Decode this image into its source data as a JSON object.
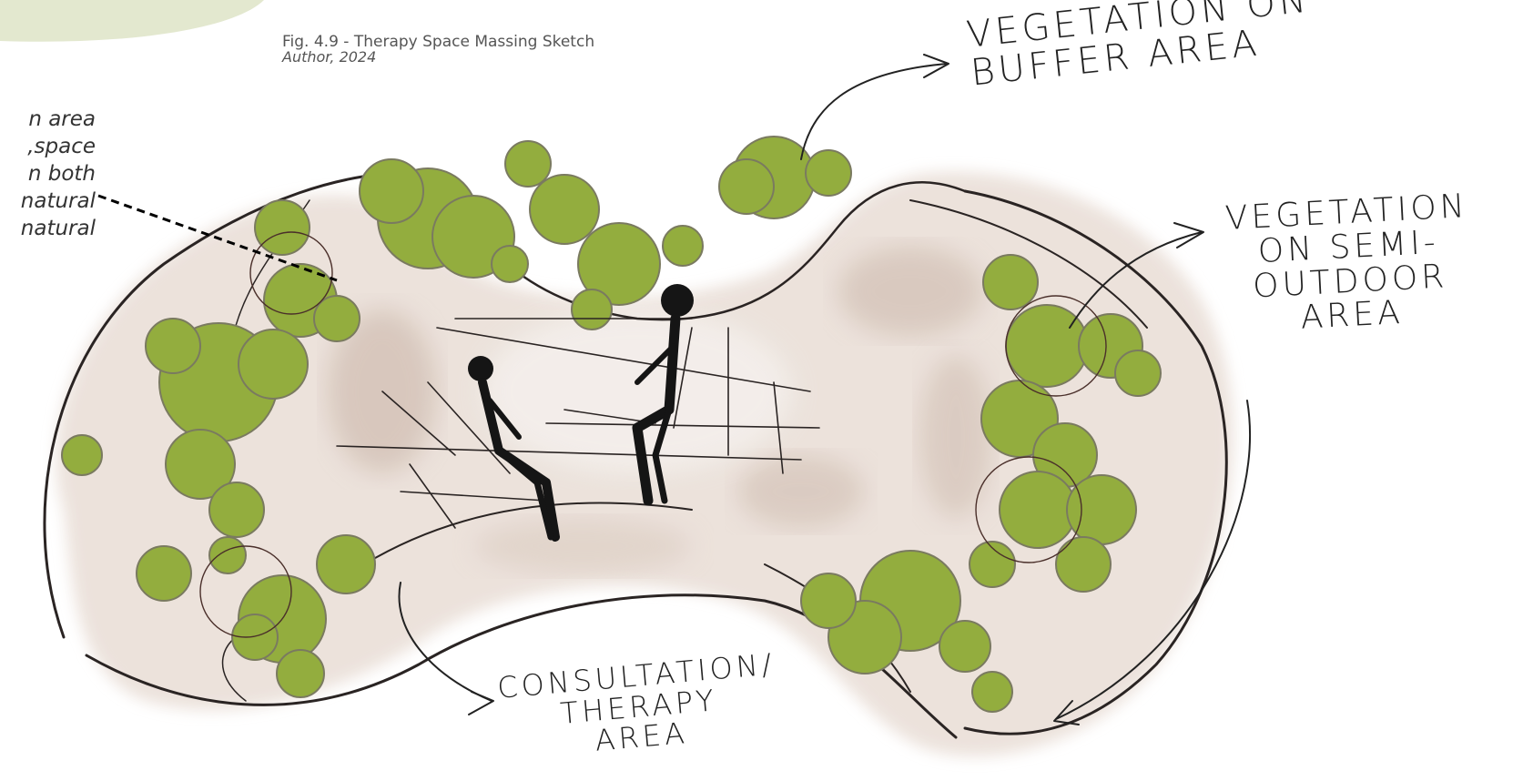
{
  "figure": {
    "caption_line1": "Fig. 4.9 - Therapy Space Massing Sketch",
    "caption_line2": "Author, 2024"
  },
  "side_note": {
    "lines": [
      "n area",
      "space,",
      "n both",
      "natural",
      "natural"
    ]
  },
  "labels": {
    "buffer_vegetation": [
      "VEGETATION ON",
      "BUFFER AREA"
    ],
    "semi_outdoor_vegetation": [
      "VEGETATION",
      "ON SEMI-",
      "OUTDOOR",
      "AREA"
    ],
    "therapy_area": [
      "CONSULTATION/",
      "THERAPY",
      "AREA"
    ]
  },
  "colors": {
    "vegetation": "#93ad3e",
    "vegetation_edge": "#7a7a60",
    "ground_wash": "#e9ded6",
    "ground_shadow": "#c9b3a5",
    "ink": "#222222",
    "leaf_corner": "#e3e8cf"
  }
}
